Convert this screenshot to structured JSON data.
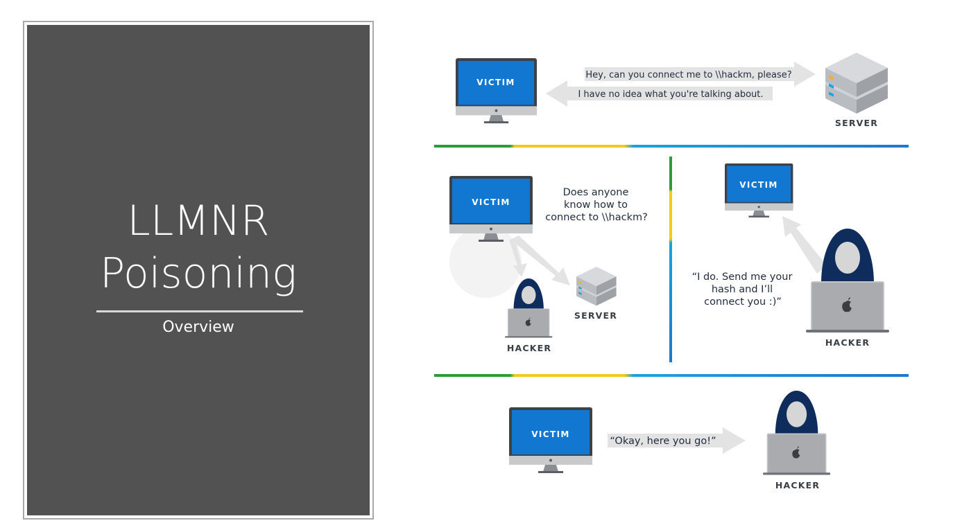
{
  "slide": {
    "title_line1": "LLMNR",
    "title_line2": "Poisoning",
    "subtitle": "Overview"
  },
  "diagram": {
    "panel1": {
      "victim_screen": "VICTIM",
      "request": "Hey, can you connect me to \\\\hackm, please?",
      "reply": "I have no idea what you're talking about.",
      "server_label": "SERVER"
    },
    "panel2": {
      "victim_screen": "VICTIM",
      "question_lines": [
        "Does anyone",
        "know how to",
        "connect to \\\\hackm?"
      ],
      "server_label": "SERVER",
      "hacker_label": "HACKER"
    },
    "panel3": {
      "victim_screen": "VICTIM",
      "answer_lines": [
        "“I do. Send me your",
        "hash and I’ll",
        "connect you :)”"
      ],
      "hacker_label": "HACKER"
    },
    "panel4": {
      "victim_screen": "VICTIM",
      "message": "“Okay, here you go!”",
      "hacker_label": "HACKER"
    },
    "colors": {
      "screen_blue": "#1177d1",
      "hood_navy": "#0f2d5c",
      "green": "#2a9d3a",
      "yellow": "#f3cc1b",
      "blue": "#1a7fd4",
      "arrow_gray": "#e6e6e6"
    }
  }
}
